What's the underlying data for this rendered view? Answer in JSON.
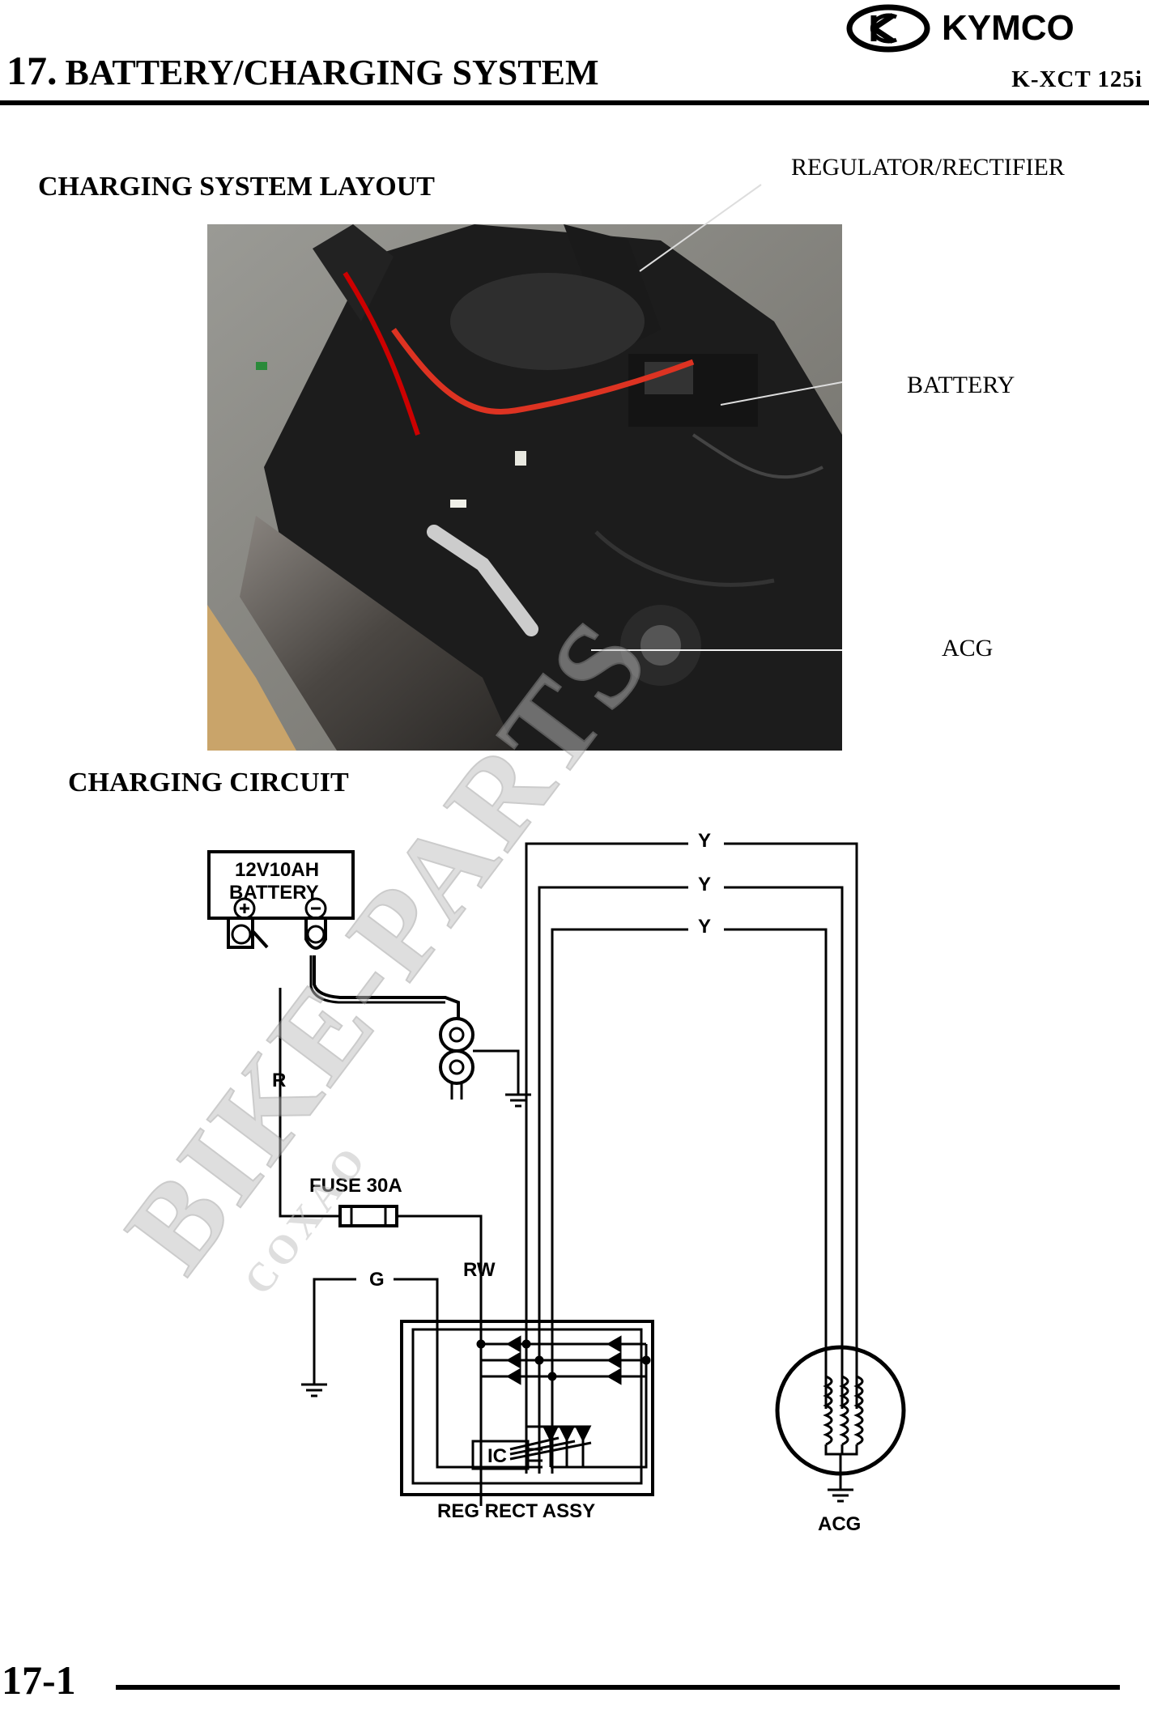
{
  "header": {
    "brand": "KYMCO",
    "chapter_number": "17.",
    "chapter_title": "BATTERY/CHARGING SYSTEM",
    "model": "K-XCT 125i"
  },
  "layout_section": {
    "heading": "CHARGING SYSTEM LAYOUT",
    "callouts": {
      "regulator_rectifier": "REGULATOR/RECTIFIER",
      "battery": "BATTERY",
      "acg": "ACG"
    }
  },
  "circuit_section": {
    "heading": "CHARGING CIRCUIT",
    "battery_rating": "12V10AH",
    "battery_label": "BATTERY",
    "fuse_label": "FUSE 30A",
    "wire_r": "R",
    "wire_rw": "RW",
    "wire_g": "G",
    "wire_y": "Y",
    "ic_label": "IC",
    "reg_rect_label": "REG RECT ASSY",
    "acg_label": "ACG"
  },
  "footer": {
    "page_number": "17-1"
  },
  "colors": {
    "ink": "#000000",
    "watermark": "#bfbfbf"
  }
}
